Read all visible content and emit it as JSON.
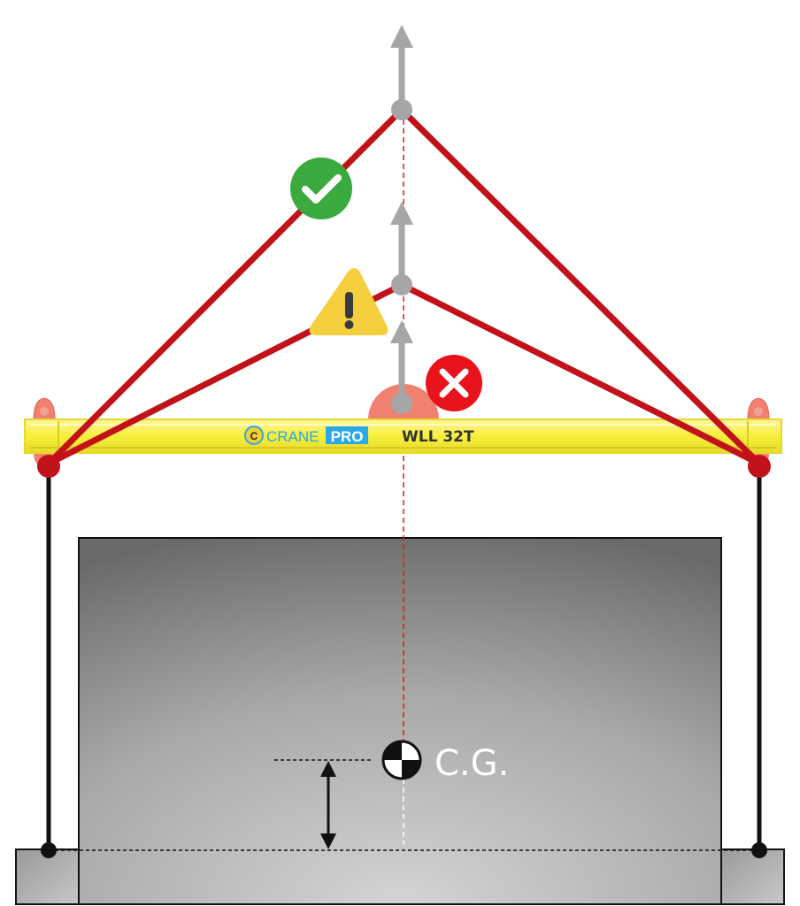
{
  "beam": {
    "brand_crane": "CRANE",
    "brand_pro": "PRO",
    "brand_logo_letter": "C",
    "wll_label": "WLL 32T",
    "color": "#f7ef3c"
  },
  "load": {
    "cg_label": "C.G."
  },
  "sling_configurations": [
    {
      "id": "high",
      "status": "ok",
      "status_icon": "check-icon",
      "status_color": "#3aaa3e"
    },
    {
      "id": "mid",
      "status": "warning",
      "status_icon": "warning-icon",
      "status_color": "#f6cf3f"
    },
    {
      "id": "low",
      "status": "error",
      "status_icon": "close-icon",
      "status_color": "#e8131b"
    }
  ],
  "colors": {
    "sling": "#c1121a",
    "hook_arrow": "#a6a6a6",
    "pivot": "#a6a6a6",
    "cg_line": "#e8131b",
    "lug": "#f08070",
    "logo_pro_bg": "#2aa8e8"
  }
}
